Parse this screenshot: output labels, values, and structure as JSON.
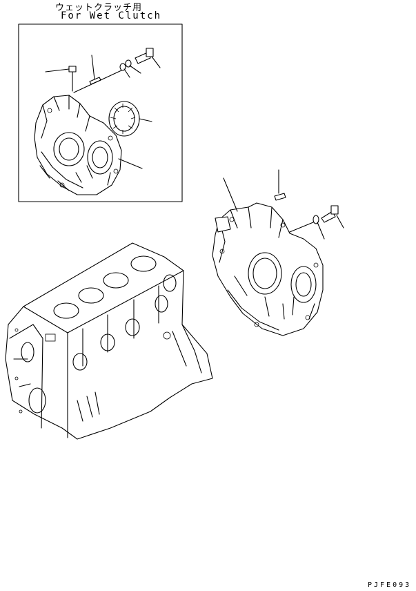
{
  "inset": {
    "title_jp": "ウェットクラッチ用",
    "title_en": "For Wet Clutch"
  },
  "drawing_code": "PJFE093"
}
